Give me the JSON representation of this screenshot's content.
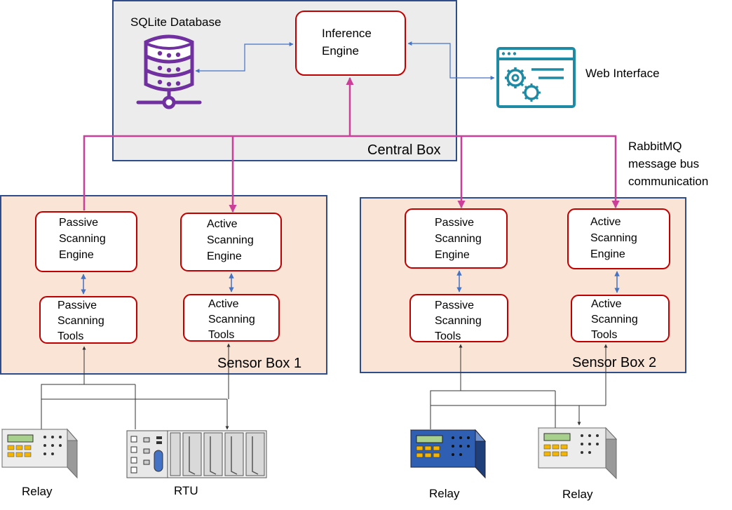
{
  "central_box": {
    "label": "Central Box",
    "database_label": "SQLite Database",
    "inference_engine": [
      "Inference",
      "Engine"
    ]
  },
  "web_interface": {
    "label": "Web Interface"
  },
  "bus_note": [
    "RabbitMQ",
    "message bus",
    "communication"
  ],
  "sensor_box_1": {
    "label": "Sensor Box 1",
    "passive_engine": [
      "Passive",
      "Scanning",
      "Engine"
    ],
    "active_engine": [
      "Active",
      "Scanning",
      "Engine"
    ],
    "passive_tools": [
      "Passive",
      "Scanning",
      "Tools"
    ],
    "active_tools": [
      "Active",
      "Scanning",
      "Tools"
    ]
  },
  "sensor_box_2": {
    "label": "Sensor Box 2",
    "passive_engine": [
      "Passive",
      "Scanning",
      "Engine"
    ],
    "active_engine": [
      "Active",
      "Scanning",
      "Engine"
    ],
    "passive_tools": [
      "Passive",
      "Scanning",
      "Tools"
    ],
    "active_tools": [
      "Active",
      "Scanning",
      "Tools"
    ]
  },
  "devices": {
    "relay_1": "Relay",
    "rtu": "RTU",
    "relay_2": "Relay",
    "relay_3": "Relay"
  },
  "icons": {
    "database": "database-icon",
    "web": "web-interface-icon",
    "relay": "relay-device-icon",
    "rtu": "rtu-device-icon"
  },
  "colors": {
    "box_border": "#2f4d8a",
    "central_fill": "#ececec",
    "sensor_fill": "#f9e4d6",
    "engine_border": "#c00000",
    "bus_line": "#cc3f99",
    "local_arrow": "#4472c4",
    "database_purple": "#7030a0",
    "web_teal": "#1f8aa3"
  }
}
